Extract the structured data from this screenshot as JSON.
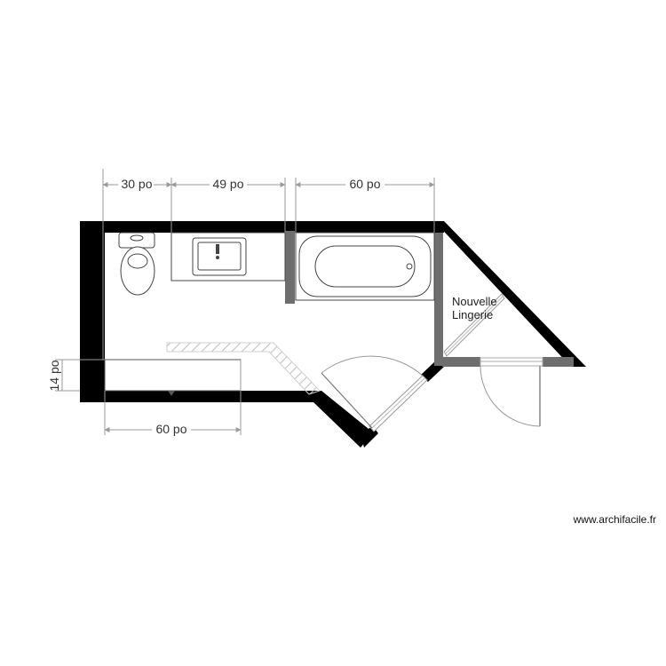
{
  "dimensions": {
    "toilet_width": "30 po",
    "vanity_width": "49 po",
    "tub_width": "60 po",
    "counter_width": "60 po",
    "counter_depth": "14 po"
  },
  "rooms": {
    "closet_label_line1": "Nouvelle",
    "closet_label_line2": "Lingerie"
  },
  "watermark": "www.archifacile.fr",
  "colors": {
    "wall": "#000000",
    "partition": "#6e6e6e",
    "dimension": "#9a9a9a",
    "fixture": "#444444"
  }
}
